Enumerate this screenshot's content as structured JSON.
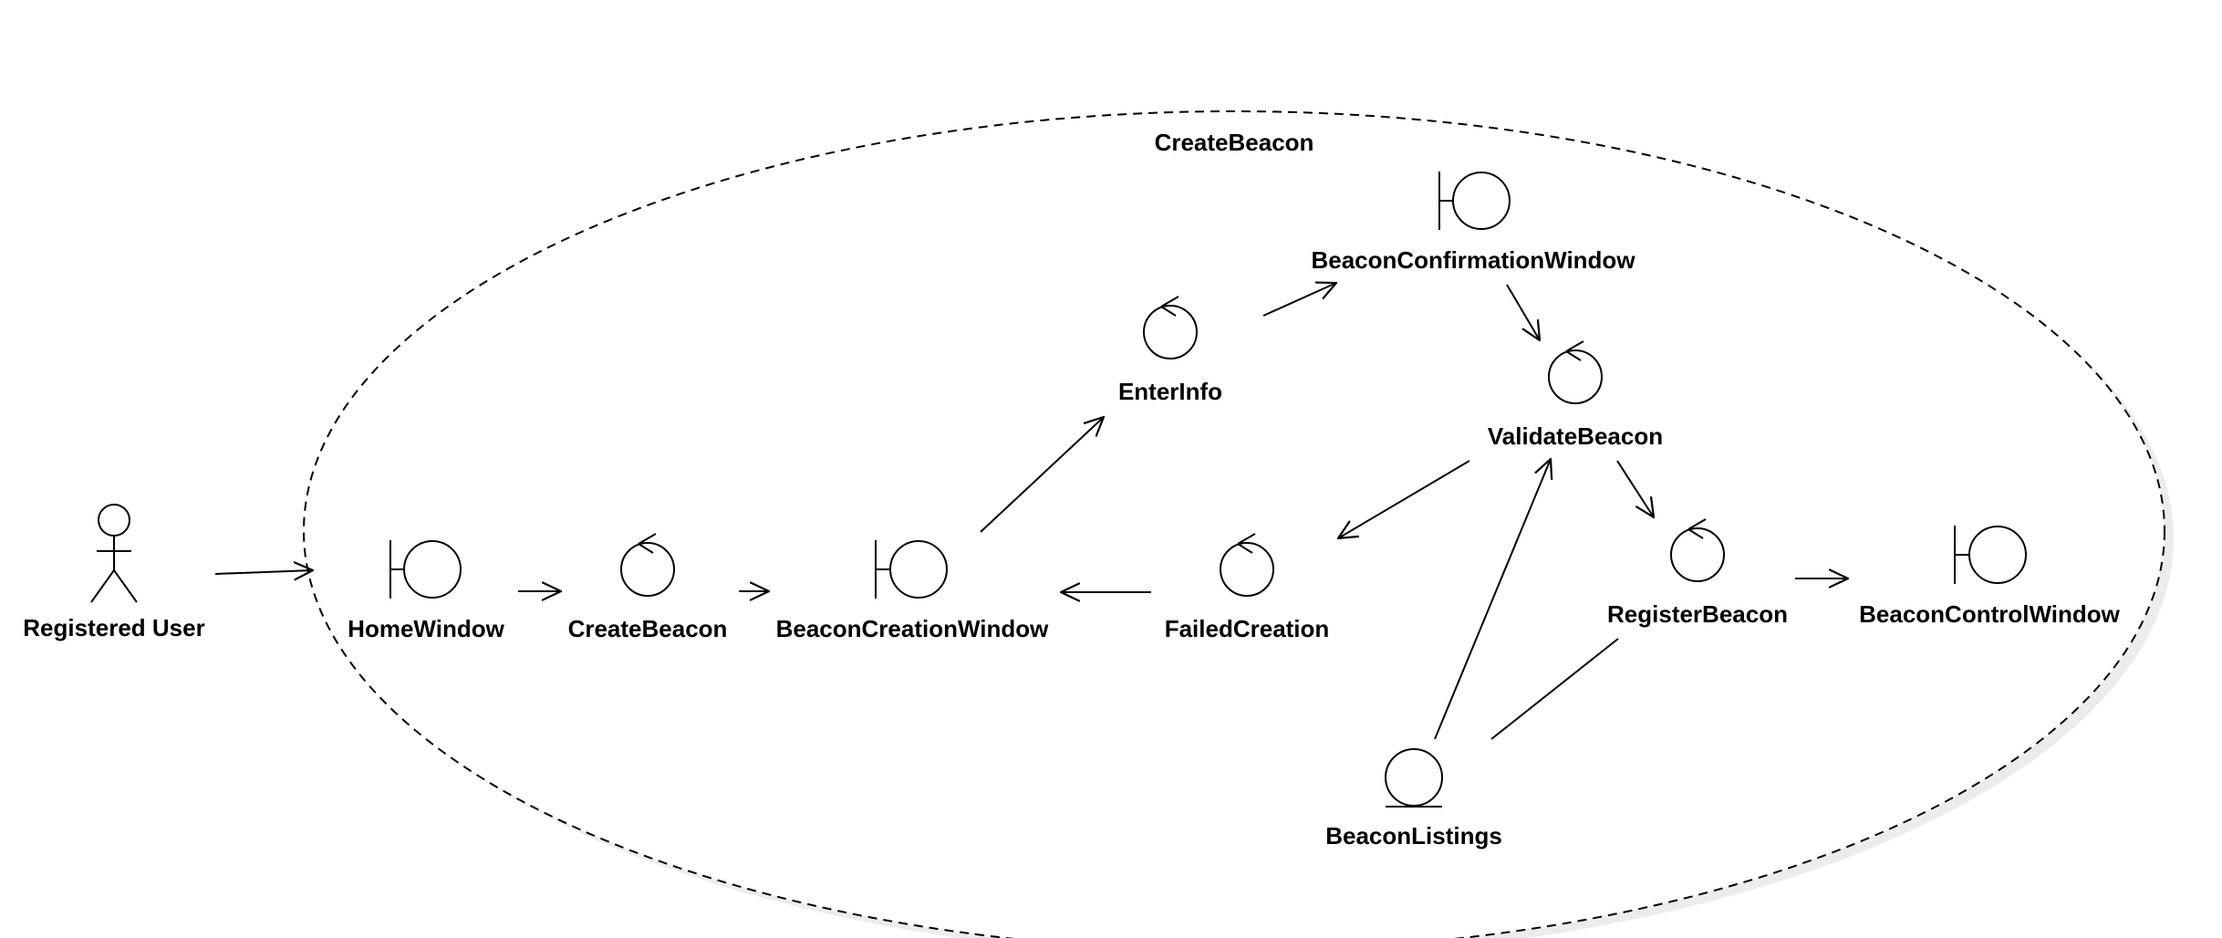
{
  "diagram": {
    "boundary_title": "CreateBeacon",
    "actor": {
      "label": "Registered User"
    },
    "nodes": {
      "home_window": {
        "label": "HomeWindow",
        "kind": "boundary"
      },
      "create_beacon": {
        "label": "CreateBeacon",
        "kind": "control"
      },
      "beacon_creation_window": {
        "label": "BeaconCreationWindow",
        "kind": "boundary"
      },
      "enter_info": {
        "label": "EnterInfo",
        "kind": "control"
      },
      "beacon_confirmation_window": {
        "label": "BeaconConfirmationWindow",
        "kind": "boundary"
      },
      "validate_beacon": {
        "label": "ValidateBeacon",
        "kind": "control"
      },
      "failed_creation": {
        "label": "FailedCreation",
        "kind": "control"
      },
      "register_beacon": {
        "label": "RegisterBeacon",
        "kind": "control"
      },
      "beacon_control_window": {
        "label": "BeaconControlWindow",
        "kind": "boundary"
      },
      "beacon_listings": {
        "label": "BeaconListings",
        "kind": "entity"
      }
    },
    "colors": {
      "stroke": "#000000",
      "background": "#ffffff",
      "shadow": "#ececec"
    }
  }
}
